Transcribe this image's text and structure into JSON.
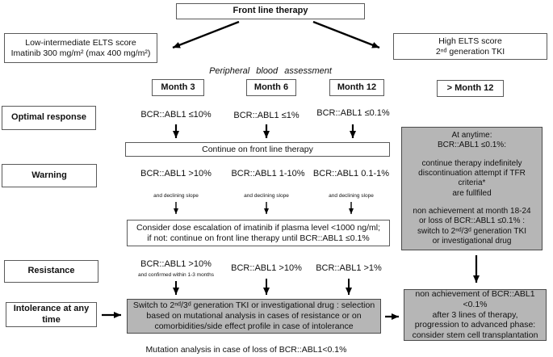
{
  "header": {
    "title": "Front line therapy",
    "left_branch": [
      "Low-intermediate ELTS score",
      "Imatinib 300 mg/m² (max 400 mg/m²)"
    ],
    "right_branch": [
      "High ELTS score",
      "2ⁿᵈ generation TKI"
    ],
    "assessment_label": "Peripheral blood assessment",
    "timepoints": [
      "Month 3",
      "Month 6",
      "Month 12",
      "> Month 12"
    ]
  },
  "rows": {
    "optimal": {
      "label": "Optimal response",
      "values": [
        "BCR::ABL1 ≤10%",
        "BCR::ABL1 ≤1%",
        "BCR::ABL1 ≤0.1%"
      ]
    },
    "continue_bar": "Continue on front line therapy",
    "warning": {
      "label": "Warning",
      "values": [
        "BCR::ABL1 >10%",
        "BCR::ABL1 1-10%",
        "BCR::ABL1 0.1-1%"
      ],
      "note": "and declining  slope"
    },
    "consider_box": [
      "Consider dose escalation of imatinib if plasma level <1000 ng/ml;",
      "if not:  continue on front line therapy until BCR::ABL1 ≤0.1%"
    ],
    "resistance": {
      "label": "Resistance",
      "values": [
        "BCR::ABL1 >10%",
        "BCR::ABL1 >10%",
        "BCR::ABL1 >1%"
      ],
      "note": "and confirmed within  1-3 months"
    },
    "intolerance": {
      "label": "Intolerance at any time"
    }
  },
  "boxes": {
    "switch_box": [
      "Switch to 2ⁿᵈ/3ᵈ generation TKI or investigational drug : selection",
      "based on mutational analysis in cases of resistance or on",
      "comorbidities/side effect profile in case of intolerance"
    ],
    "anytime_box": {
      "p1": [
        "At anytime:",
        "BCR::ABL1 ≤0.1%:"
      ],
      "p2": [
        "continue therapy indefinitely",
        "discontinuation attempt if TFR criteria*",
        "are fullfiled"
      ],
      "p3": [
        "non achievement at month 18-24",
        "or loss of BCR::ABL1 ≤0.1% :",
        "switch to 2ⁿᵈ/3ᵈ generation TKI",
        "or investigational drug"
      ]
    },
    "transplant_box": [
      "non achievement of BCR::ABL1 <0.1%",
      "after  3 lines of therapy,",
      "progression to advanced phase:",
      "consider stem cell transplantation"
    ]
  },
  "footnote": "Mutation analysis in case of loss of BCR::ABL1<0.1%",
  "colors": {
    "gray_fill": "#b6b6b6",
    "box_border": "#5a5a5a",
    "arrow": "#000000",
    "background": "#ffffff"
  }
}
